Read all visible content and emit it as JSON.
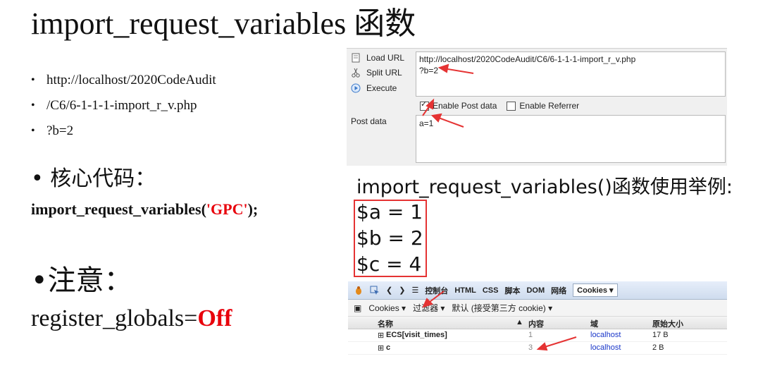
{
  "slide": {
    "title": "import_request_variables 函数",
    "bullets": [
      "http://localhost/2020CodeAudit",
      "/C6/6-1-1-1-import_r_v.php",
      "?b=2"
    ],
    "core_heading": "• 核心代码：",
    "core_code_prefix": "import_request_variables(",
    "core_code_arg": "'GPC'",
    "core_code_suffix": ");",
    "note_heading": "•注意：",
    "register_globals_label": "register_globals=",
    "register_globals_value": "Off"
  },
  "hackbar": {
    "load_url": "Load URL",
    "split_url": "Split URL",
    "execute": "Execute",
    "url_line1": "http://localhost/2020CodeAudit/C6/6-1-1-1-import_r_v.php",
    "url_line2": "?b=2",
    "enable_post": "Enable Post data",
    "enable_referrer": "Enable Referrer",
    "post_label": "Post data",
    "post_value": "a=1"
  },
  "example": {
    "title": "import_request_variables()函数使用举例:",
    "lines": [
      "$a = 1",
      "$b = 2",
      "$c = 4"
    ]
  },
  "devtools": {
    "tabs": [
      "控制台",
      "HTML",
      "CSS",
      "脚本",
      "DOM",
      "网络"
    ],
    "active_tab": "Cookies ▾",
    "sub": {
      "cookies": "Cookies ▾",
      "filter": "过滤器 ▾",
      "default": "默认 (接受第三方 cookie) ▾"
    },
    "columns": [
      "名称",
      "内容",
      "域",
      "原始大小"
    ],
    "rows": [
      {
        "name": "ECS[visit_times]",
        "content": "1",
        "domain": "localhost",
        "size": "17 B"
      },
      {
        "name": "c",
        "content": "3",
        "domain": "localhost",
        "size": "2 B"
      }
    ]
  },
  "colors": {
    "accent_red": "#e8000b",
    "arrow_red": "#e53333"
  }
}
